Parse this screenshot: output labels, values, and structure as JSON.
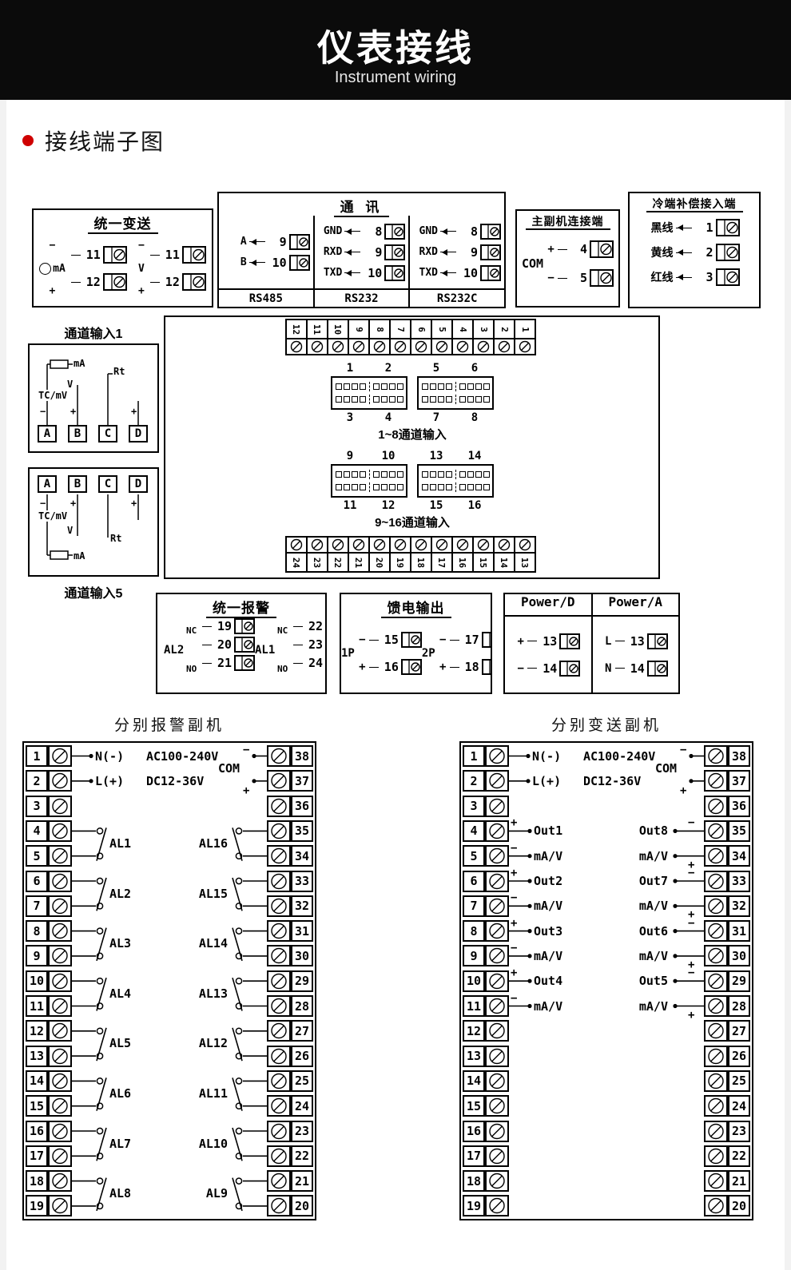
{
  "header": {
    "title": "仪表接线",
    "subtitle": "Instrument wiring"
  },
  "section": {
    "title": "接线端子图"
  },
  "unified_transmit": {
    "title": "统一变送",
    "groups": [
      {
        "name": "mA",
        "top_sign": "−",
        "bottom_sign": "+",
        "terminals": [
          "11",
          "12"
        ]
      },
      {
        "name": "V",
        "top_sign": "−",
        "bottom_sign": "+",
        "terminals": [
          "11",
          "12"
        ]
      }
    ]
  },
  "comm": {
    "title": "通 讯",
    "groups": [
      {
        "name": "RS485",
        "rows": [
          {
            "label": "A",
            "num": "9"
          },
          {
            "label": "B",
            "num": "10"
          }
        ]
      },
      {
        "name": "RS232",
        "rows": [
          {
            "label": "GND",
            "num": "8"
          },
          {
            "label": "RXD",
            "num": "9"
          },
          {
            "label": "TXD",
            "num": "10"
          }
        ]
      },
      {
        "name": "RS232C",
        "rows": [
          {
            "label": "GND",
            "num": "8"
          },
          {
            "label": "RXD",
            "num": "9"
          },
          {
            "label": "TXD",
            "num": "10"
          }
        ]
      }
    ]
  },
  "master_slave": {
    "title": "主副机连接端",
    "label": "COM",
    "rows": [
      {
        "sign": "+",
        "num": "4"
      },
      {
        "sign": "−",
        "num": "5"
      }
    ]
  },
  "cold_junction": {
    "title": "冷端补偿接入端",
    "rows": [
      {
        "label": "黑线",
        "num": "1"
      },
      {
        "label": "黄线",
        "num": "2"
      },
      {
        "label": "红线",
        "num": "3"
      }
    ]
  },
  "channel1": {
    "title": "通道输入1",
    "ma": "mA",
    "rt": "Rt",
    "v": "V",
    "tc": "TC/mV",
    "minus": "−",
    "plus": "+",
    "plus2": "+",
    "terminals": [
      "A",
      "B",
      "C",
      "D"
    ]
  },
  "channel5": {
    "title": "通道输入5",
    "ma": "mA",
    "rt": "Rt",
    "v": "V",
    "tc": "TC/mV",
    "minus": "−",
    "plus": "+",
    "plus2": "+",
    "terminals": [
      "A",
      "B",
      "C",
      "D"
    ]
  },
  "board": {
    "top_strip": [
      "12",
      "11",
      "10",
      "9",
      "8",
      "7",
      "6",
      "5",
      "4",
      "3",
      "2",
      "1"
    ],
    "bottom_strip": [
      "24",
      "23",
      "22",
      "21",
      "20",
      "19",
      "18",
      "17",
      "16",
      "15",
      "14",
      "13"
    ],
    "rows": [
      {
        "top_nums": [
          "1",
          "2",
          "5",
          "6"
        ],
        "bottom_nums": [
          "3",
          "4",
          "7",
          "8"
        ],
        "caption": "1~8通道输入"
      },
      {
        "top_nums": [
          "9",
          "10",
          "13",
          "14"
        ],
        "bottom_nums": [
          "11",
          "12",
          "15",
          "16"
        ],
        "caption": "9~16通道输入"
      }
    ]
  },
  "unified_alarm": {
    "title": "统一报警",
    "groups": [
      {
        "name": "AL2",
        "nc": "NC",
        "no": "NO",
        "terminals": [
          "19",
          "20",
          "21"
        ]
      },
      {
        "name": "AL1",
        "nc": "NC",
        "no": "NO",
        "terminals": [
          "22",
          "23",
          "24"
        ]
      }
    ]
  },
  "feed_output": {
    "title": "馈电输出",
    "groups": [
      {
        "name": "1P",
        "rows": [
          {
            "sign": "−",
            "num": "15"
          },
          {
            "sign": "+",
            "num": "16"
          }
        ]
      },
      {
        "name": "2P",
        "rows": [
          {
            "sign": "−",
            "num": "17"
          },
          {
            "sign": "+",
            "num": "18"
          }
        ]
      }
    ]
  },
  "power": {
    "columns": [
      {
        "title": "Power/D",
        "rows": [
          {
            "sign": "+",
            "num": "13"
          },
          {
            "sign": "−",
            "num": "14"
          }
        ]
      },
      {
        "title": "Power/A",
        "rows": [
          {
            "sign": "L",
            "num": "13"
          },
          {
            "sign": "N",
            "num": "14"
          }
        ]
      }
    ]
  },
  "alarm_slave": {
    "title": "分别报警副机",
    "left_nums": [
      "1",
      "2",
      "3",
      "4",
      "5",
      "6",
      "7",
      "8",
      "9",
      "10",
      "11",
      "12",
      "13",
      "14",
      "15",
      "16",
      "17",
      "18",
      "19"
    ],
    "right_nums": [
      "38",
      "37",
      "36",
      "35",
      "34",
      "33",
      "32",
      "31",
      "30",
      "29",
      "28",
      "27",
      "26",
      "25",
      "24",
      "23",
      "22",
      "21",
      "20"
    ],
    "power": {
      "line1_label": "N(-)",
      "line2_label": "L(+)",
      "volt1": "AC100-240V",
      "volt2": "DC12-36V"
    },
    "com": {
      "label": "COM",
      "top_sign": "−",
      "bottom_sign": "+"
    },
    "left_groups": [
      {
        "label": "AL1",
        "terminals": [
          "4",
          "5"
        ]
      },
      {
        "label": "AL2",
        "terminals": [
          "6",
          "7"
        ]
      },
      {
        "label": "AL3",
        "terminals": [
          "8",
          "9"
        ]
      },
      {
        "label": "AL4",
        "terminals": [
          "10",
          "11"
        ]
      },
      {
        "label": "AL5",
        "terminals": [
          "12",
          "13"
        ]
      },
      {
        "label": "AL6",
        "terminals": [
          "14",
          "15"
        ]
      },
      {
        "label": "AL7",
        "terminals": [
          "16",
          "17"
        ]
      },
      {
        "label": "AL8",
        "terminals": [
          "18",
          "19"
        ]
      }
    ],
    "right_groups": [
      {
        "label": "AL16",
        "terminals": [
          "35",
          "34"
        ]
      },
      {
        "label": "AL15",
        "terminals": [
          "33",
          "32"
        ]
      },
      {
        "label": "AL14",
        "terminals": [
          "31",
          "30"
        ]
      },
      {
        "label": "AL13",
        "terminals": [
          "29",
          "28"
        ]
      },
      {
        "label": "AL12",
        "terminals": [
          "27",
          "26"
        ]
      },
      {
        "label": "AL11",
        "terminals": [
          "25",
          "24"
        ]
      },
      {
        "label": "AL10",
        "terminals": [
          "23",
          "22"
        ]
      },
      {
        "label": "AL9",
        "terminals": [
          "21",
          "20"
        ]
      }
    ]
  },
  "transmit_slave": {
    "title": "分别变送副机",
    "left_nums": [
      "1",
      "2",
      "3",
      "4",
      "5",
      "6",
      "7",
      "8",
      "9",
      "10",
      "11",
      "12",
      "13",
      "14",
      "15",
      "16",
      "17",
      "18",
      "19"
    ],
    "right_nums": [
      "38",
      "37",
      "36",
      "35",
      "34",
      "33",
      "32",
      "31",
      "30",
      "29",
      "28",
      "27",
      "26",
      "25",
      "24",
      "23",
      "22",
      "21",
      "20"
    ],
    "power": {
      "line1_label": "N(-)",
      "line2_label": "L(+)",
      "volt1": "AC100-240V",
      "volt2": "DC12-36V"
    },
    "com": {
      "label": "COM",
      "top_sign": "−",
      "bottom_sign": "+"
    },
    "left_groups": [
      {
        "label": "Out1",
        "sub": "mA/V",
        "plus": "+",
        "minus": "−",
        "terminals": [
          "4",
          "5"
        ]
      },
      {
        "label": "Out2",
        "sub": "mA/V",
        "plus": "+",
        "minus": "−",
        "terminals": [
          "6",
          "7"
        ]
      },
      {
        "label": "Out3",
        "sub": "mA/V",
        "plus": "+",
        "minus": "−",
        "terminals": [
          "8",
          "9"
        ]
      },
      {
        "label": "Out4",
        "sub": "mA/V",
        "plus": "+",
        "minus": "−",
        "terminals": [
          "10",
          "11"
        ]
      }
    ],
    "right_groups": [
      {
        "label": "Out8",
        "sub": "mA/V",
        "plus": "+",
        "minus": "−",
        "terminals": [
          "35",
          "34"
        ]
      },
      {
        "label": "Out7",
        "sub": "mA/V",
        "plus": "+",
        "minus": "−",
        "terminals": [
          "33",
          "32"
        ]
      },
      {
        "label": "Out6",
        "sub": "mA/V",
        "plus": "+",
        "minus": "−",
        "terminals": [
          "31",
          "30"
        ]
      },
      {
        "label": "Out5",
        "sub": "mA/V",
        "plus": "+",
        "minus": "−",
        "terminals": [
          "29",
          "28"
        ]
      }
    ]
  }
}
